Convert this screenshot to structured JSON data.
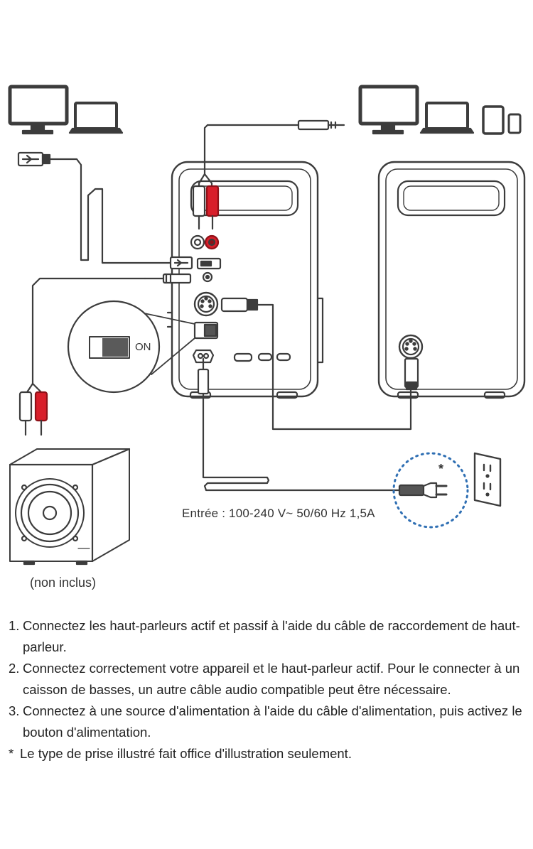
{
  "diagram": {
    "switch_label": "ON",
    "footnote_marker": "*",
    "input_label": "Entrée : 100-240 V~ 50/60 Hz 1,5A",
    "subwoofer_note": "(non inclus)",
    "colors": {
      "red_connector": "#d81e2a",
      "line": "#3c3c3c",
      "dotted_circle": "#2f6fb3"
    }
  },
  "steps": [
    {
      "num": "1.",
      "text": "Connectez les haut-parleurs actif et passif à l'aide du câble de raccordement de haut-parleur."
    },
    {
      "num": "2.",
      "text": "Connectez correctement votre appareil et le haut-parleur actif. Pour le connecter à un caisson de basses, un autre câble audio compatible peut être nécessaire."
    },
    {
      "num": "3.",
      "text": "Connectez à une source d'alimentation à l'aide du câble d'alimentation, puis activez le bouton d'alimentation."
    }
  ],
  "footnote": {
    "marker": "*",
    "text": "Le type de prise illustré fait office d'illustration seulement."
  }
}
